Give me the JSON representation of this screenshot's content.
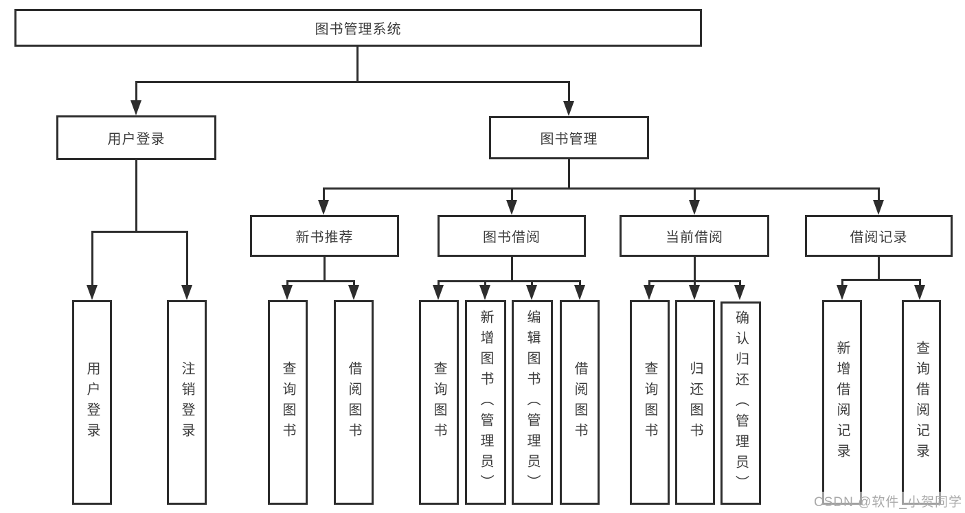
{
  "title": "图书管理系统",
  "watermark": "CSDN @软件_小贺同学",
  "colors": {
    "line": "#2d2d2d",
    "text": "#3c3c3c",
    "box_background": "#ffffff",
    "watermark": "#a9a9a9"
  },
  "nodes": {
    "root": {
      "label": "图书管理系统"
    },
    "login": {
      "label": "用户登录"
    },
    "bookmgmt": {
      "label": "图书管理"
    },
    "newbook": {
      "label": "新书推荐"
    },
    "borrow": {
      "label": "图书借阅"
    },
    "current": {
      "label": "当前借阅"
    },
    "records": {
      "label": "借阅记录"
    },
    "leaf_login": {
      "label": "用户登录"
    },
    "leaf_logout": {
      "label": "注销登录"
    },
    "nb_query": {
      "label": "查询图书"
    },
    "nb_borrow": {
      "label": "借阅图书"
    },
    "bb_query": {
      "label": "查询图书"
    },
    "bb_add": {
      "label": "新增图书（管理员）"
    },
    "bb_edit": {
      "label": "编辑图书（管理员）"
    },
    "bb_borrow": {
      "label": "借阅图书"
    },
    "cb_query": {
      "label": "查询图书"
    },
    "cb_return": {
      "label": "归还图书"
    },
    "cb_confirm": {
      "label": "确认归还（管理员）"
    },
    "br_add": {
      "label": "新增借阅记录"
    },
    "br_query": {
      "label": "查询借阅记录"
    }
  },
  "hierarchy": {
    "图书管理系统": {
      "用户登录": [
        "用户登录",
        "注销登录"
      ],
      "图书管理": {
        "新书推荐": [
          "查询图书",
          "借阅图书"
        ],
        "图书借阅": [
          "查询图书",
          "新增图书（管理员）",
          "编辑图书（管理员）",
          "借阅图书"
        ],
        "当前借阅": [
          "查询图书",
          "归还图书",
          "确认归还（管理员）"
        ],
        "借阅记录": [
          "新增借阅记录",
          "查询借阅记录"
        ]
      }
    }
  }
}
